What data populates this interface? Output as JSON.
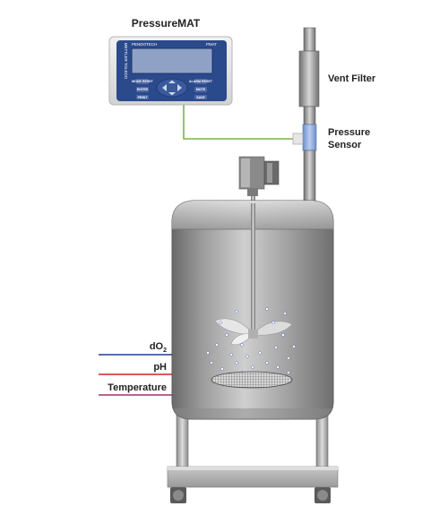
{
  "labels": {
    "device_title": "PressureMAT",
    "vent_filter": "Vent Filter",
    "pressure_line1": "Pressure",
    "pressure_line2": "Sensor",
    "do2_base": "dO",
    "do2_sub": "2",
    "ph": "pH",
    "temperature": "Temperature"
  },
  "device": {
    "brand_vertical": "METTLER TOLEDO",
    "panel_left_text": "PENDOTECH",
    "panel_right_text": "PMAT",
    "buttons": [
      "MODE RESET",
      "ENTER",
      "PRINT",
      "ALARM RESET",
      "MUTE",
      "SAVE"
    ]
  },
  "colors": {
    "signal_green": "#7ab648",
    "line_blue": "#1f3f8f",
    "line_red": "#d0202a",
    "line_purple": "#a3306b",
    "device_blue": "#2b4a8c",
    "screen": "#8fa2c6"
  }
}
